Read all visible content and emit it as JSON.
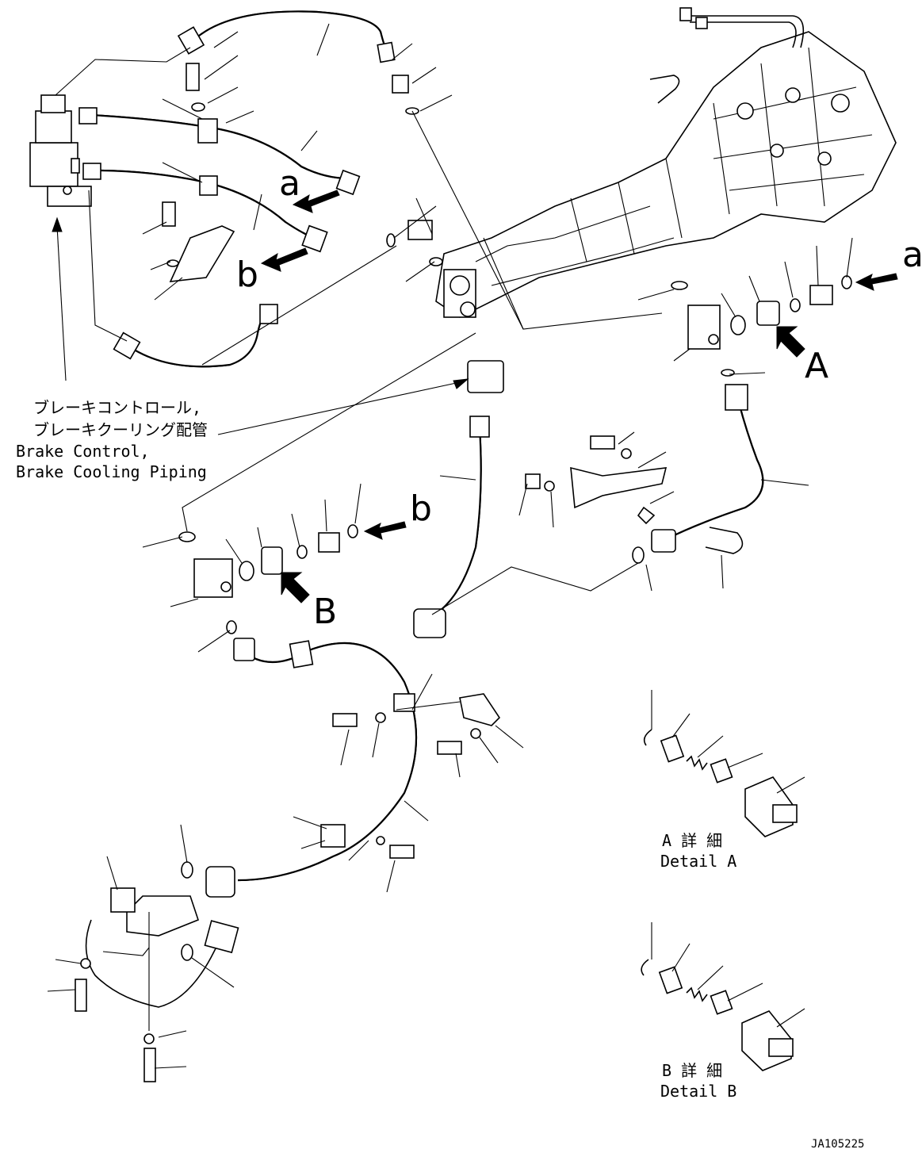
{
  "title_jp_line1": "ブレーキコントロール,",
  "title_jp_line2": "ブレーキクーリング配管",
  "title_en_line1": "Brake Control,",
  "title_en_line2": "Brake Cooling Piping",
  "callouts": {
    "a_top": "a",
    "b_left": "b",
    "a_right": "a",
    "b_mid": "b",
    "A": "A",
    "B": "B"
  },
  "detail_a": {
    "jp": "A 詳 細",
    "en": "Detail A"
  },
  "detail_b": {
    "jp": "B 詳 細",
    "en": "Detail B"
  },
  "drawing_code": "JA105225"
}
